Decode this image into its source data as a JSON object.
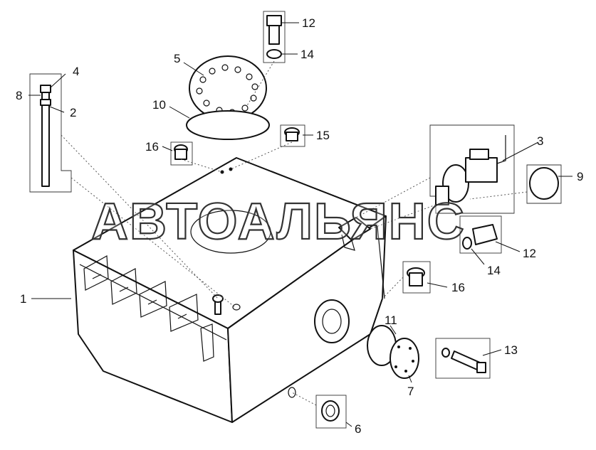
{
  "callouts": {
    "c1": "1",
    "c2": "2",
    "c3": "3",
    "c4": "4",
    "c5": "5",
    "c6": "6",
    "c7": "7",
    "c8": "8",
    "c9": "9",
    "c10": "10",
    "c11": "11",
    "c12a": "12",
    "c12b": "12",
    "c13": "13",
    "c14a": "14",
    "c14b": "14",
    "c15": "15",
    "c16a": "16",
    "c16b": "16"
  },
  "watermark": "АВТОАЛЬЯНС",
  "colors": {
    "line": "#111111",
    "background": "#ffffff"
  }
}
